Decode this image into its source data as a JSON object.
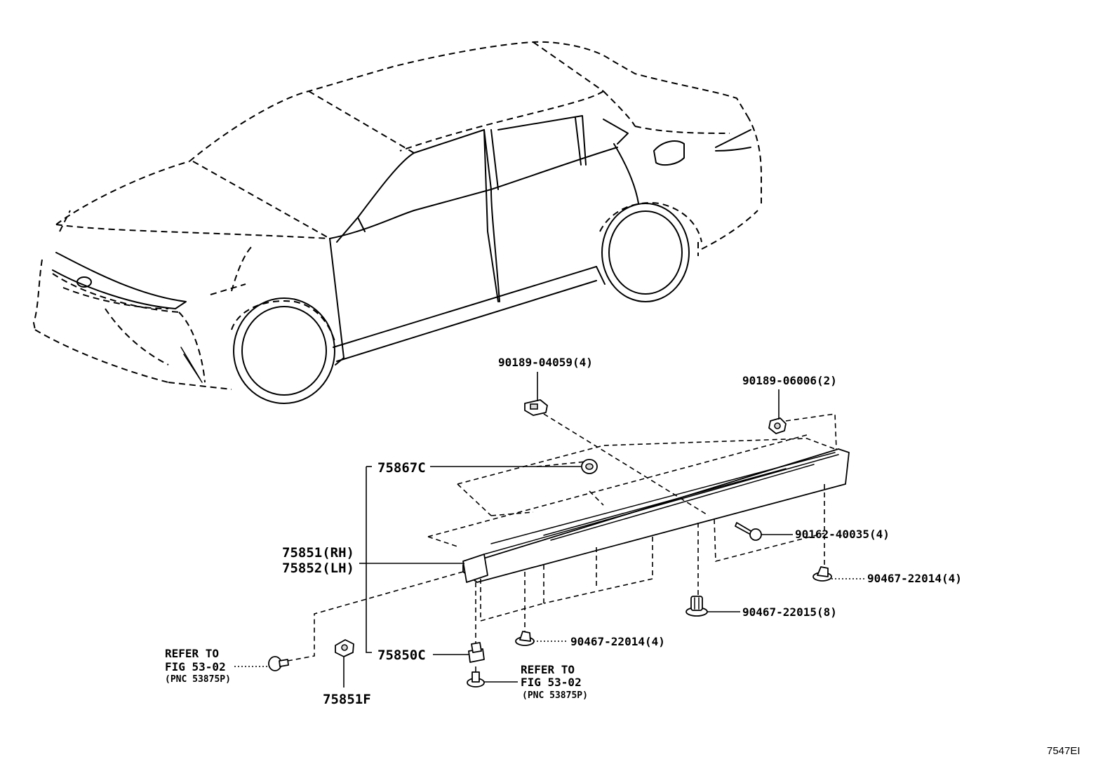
{
  "figure_code": "7547EI",
  "callouts": {
    "clip_90189_04059": "90189-04059(4)",
    "clip_90189_06006": "90189-06006(2)",
    "clip_75867C": "75867C",
    "moulding_rh": "75851(RH)",
    "moulding_lh": "75852(LH)",
    "screw_90162_40035": "90162-40035(4)",
    "clip_90467_22014_right": "90467-22014(4)",
    "clip_90467_22015": "90467-22015(8)",
    "clip_90467_22014_left": "90467-22014(4)",
    "clip_75850C": "75850C",
    "clip_75851F": "75851F"
  },
  "refer_left": {
    "line1": "REFER TO",
    "line2": "FIG 53-02",
    "line3": "(PNC 53875P)"
  },
  "refer_bottom": {
    "line1": "REFER TO",
    "line2": "FIG 53-02",
    "line3": "(PNC 53875P)"
  }
}
